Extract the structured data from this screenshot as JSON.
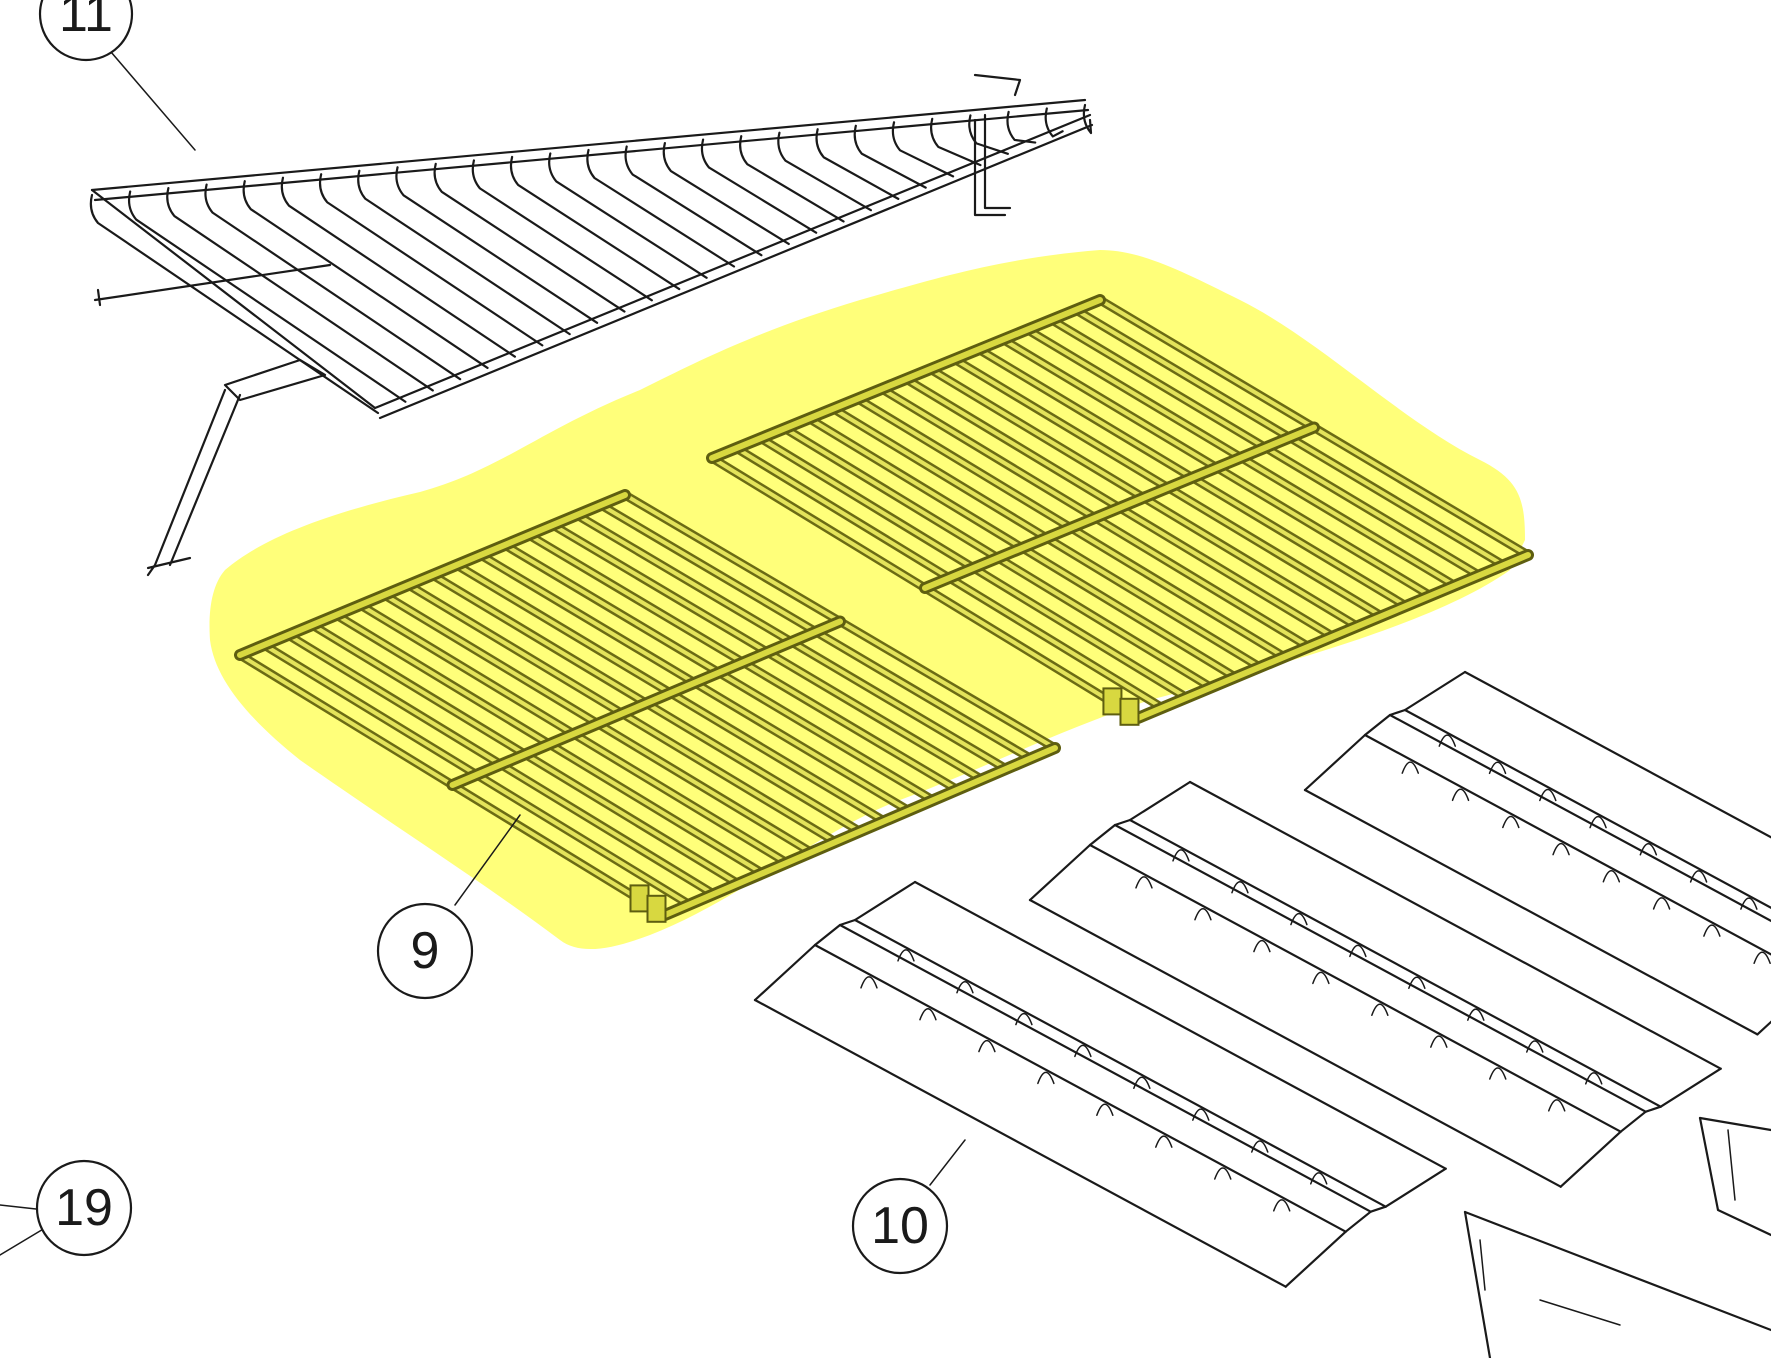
{
  "callouts": {
    "c11": "11",
    "c9": "9",
    "c10": "10",
    "c19": "19"
  },
  "parts": {
    "warming_rack": "warming-rack",
    "cooking_grids": "cooking-grid",
    "flavorizer_bars": "flavorizer-bar",
    "heat_deflector": "heat-deflector"
  },
  "colors": {
    "highlight": "#ffff7a",
    "line": "#1a1a1a"
  }
}
